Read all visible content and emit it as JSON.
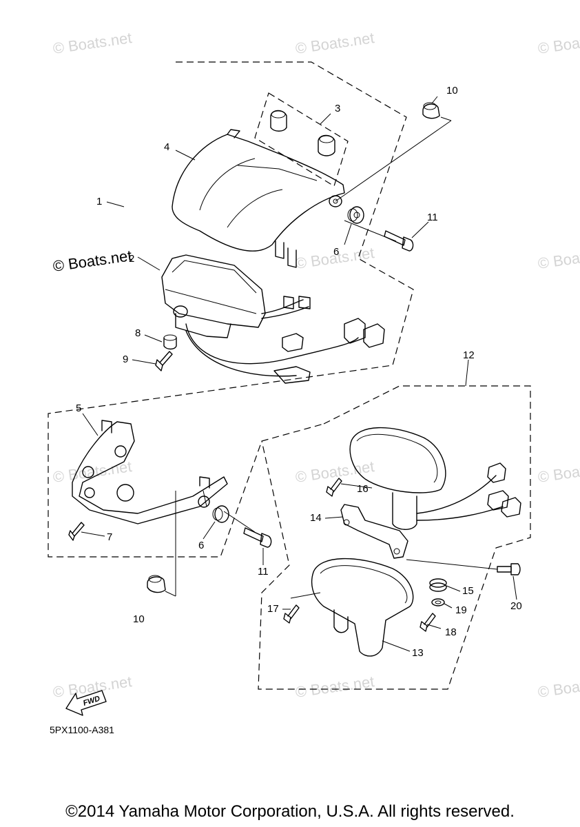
{
  "diagram": {
    "labels": [
      "1",
      "2",
      "3",
      "4",
      "5",
      "6",
      "6",
      "7",
      "8",
      "9",
      "10",
      "10",
      "11",
      "11",
      "12",
      "13",
      "14",
      "15",
      "16",
      "17",
      "18",
      "19",
      "20"
    ],
    "watermark": "© Boats.net",
    "fwd_label": "FWD",
    "diagram_code": "5PX1100-A381"
  },
  "footer": {
    "copyright": "©2014 Yamaha Motor Corporation, U.S.A. All rights reserved."
  }
}
